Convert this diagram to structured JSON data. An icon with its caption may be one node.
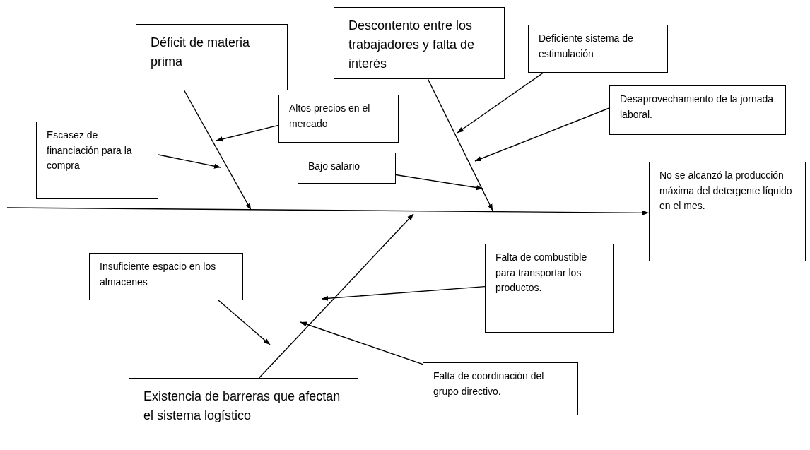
{
  "diagram": {
    "nodes": [
      {
        "text": [
          "Déficit de materia prima"
        ]
      },
      {
        "text": [
          "Descontento entre los trabajadores y falta de interés"
        ]
      },
      {
        "text": [
          "Deficiente sistema de estimulación"
        ]
      },
      {
        "text": [
          "Altos precios en el mercado"
        ]
      },
      {
        "text": [
          "Escasez de financiación para la compra"
        ]
      },
      {
        "text": [
          "Desaprovechamiento de la jornada laboral."
        ]
      },
      {
        "text": [
          "Bajo salario"
        ]
      },
      {
        "text": [
          "No se alcanzó la producción máxima del detergente líquido en el mes."
        ]
      },
      {
        "text": [
          "Insuficiente espacio en los almacenes"
        ]
      },
      {
        "text": [
          "Falta de combustible para transportar los productos."
        ]
      },
      {
        "text": [
          "Falta de coordinación del grupo directivo."
        ]
      },
      {
        "text": [
          "Existencia de barreras que afectan el sistema logístico"
        ]
      }
    ],
    "edges": [
      {
        "from": null,
        "to": 7,
        "arrow": "to"
      },
      {
        "from": 0,
        "to": null,
        "arrow": "to"
      },
      {
        "from": 3,
        "to": null,
        "arrow": "to"
      },
      {
        "from": 4,
        "to": null,
        "arrow": "to"
      },
      {
        "from": 1,
        "to": null,
        "arrow": "to"
      },
      {
        "from": 2,
        "to": null,
        "arrow": "to"
      },
      {
        "from": 5,
        "to": null,
        "arrow": "to"
      },
      {
        "from": 6,
        "to": null,
        "arrow": "to"
      },
      {
        "from": 11,
        "to": null,
        "arrow": "to"
      },
      {
        "from": 8,
        "to": null,
        "arrow": "to"
      },
      {
        "from": 9,
        "to": null,
        "arrow": "to"
      },
      {
        "from": 10,
        "to": null,
        "arrow": "to"
      }
    ]
  }
}
